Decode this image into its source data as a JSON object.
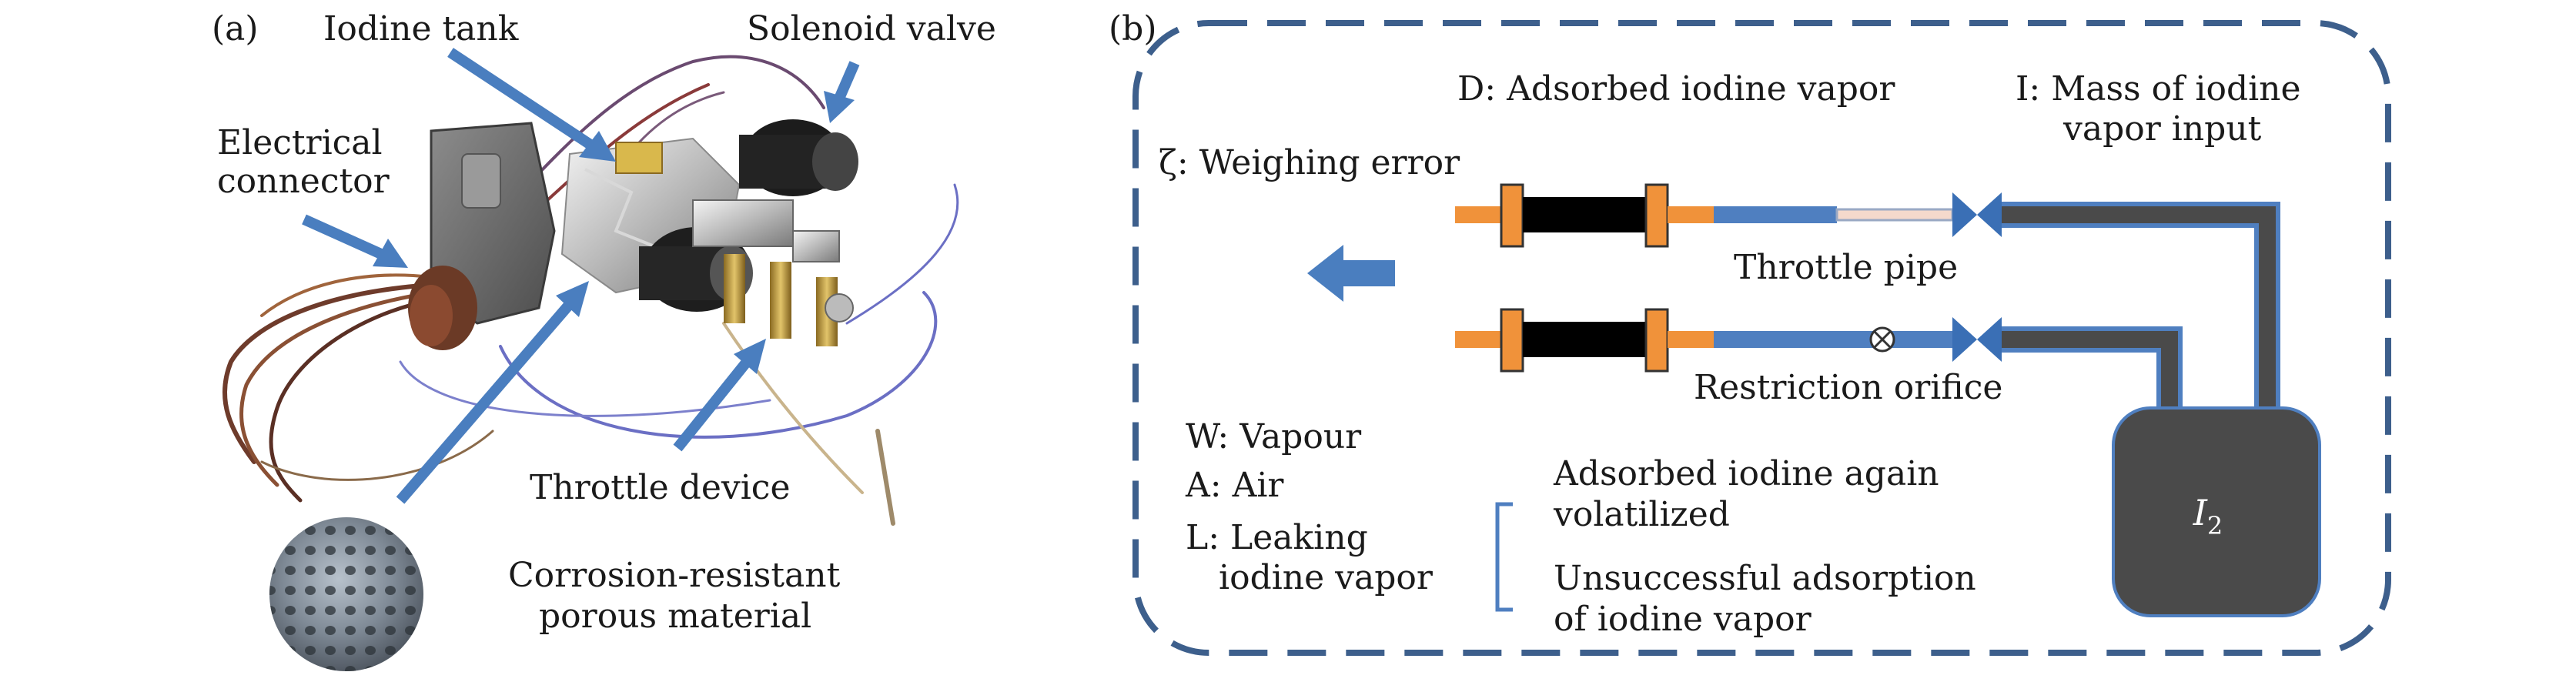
{
  "panel_a": {
    "label": "(a)",
    "iodine_tank": "Iodine tank",
    "solenoid_valve": "Solenoid valve",
    "electrical_connector_l1": "Electrical",
    "electrical_connector_l2": "connector",
    "throttle_device": "Throttle device",
    "porous_l1": "Corrosion-resistant",
    "porous_l2": "porous material"
  },
  "panel_b": {
    "label": "(b)",
    "adsorbed": "D: Adsorbed iodine vapor",
    "mass_l1": "I: Mass of iodine",
    "mass_l2": "vapor input",
    "weighing": "ζ: Weighing error",
    "throttle_pipe": "Throttle pipe",
    "restriction": "Restriction orifice",
    "vapour": "W: Vapour",
    "air": "A: Air",
    "leaking_l1": "L: Leaking",
    "leaking_l2": "iodine vapor",
    "again_l1": "Adsorbed iodine again",
    "again_l2": "volatilized",
    "unsuccessful_l1": "Unsuccessful adsorption",
    "unsuccessful_l2": "of iodine vapor",
    "tank_label": "I",
    "tank_sub": "2"
  },
  "colors": {
    "arrow_blue": "#4a7ebf",
    "border_blue": "#3d5f8c",
    "pipe_blue": "#4f7fc0",
    "orange": "#f0923a",
    "dark_gray": "#4a4a4a"
  }
}
